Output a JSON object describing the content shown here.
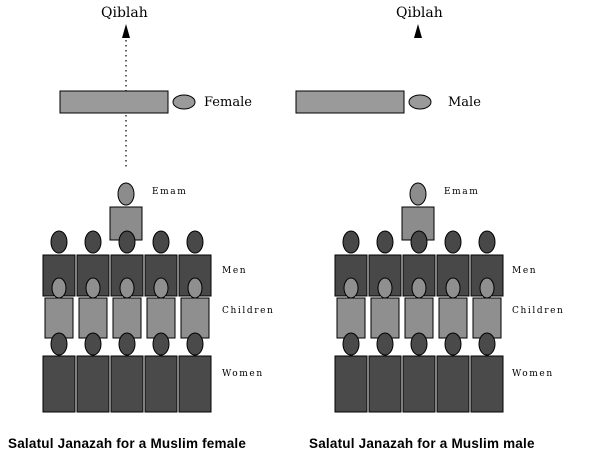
{
  "colors": {
    "bier": "#9a9a9a",
    "imam": "#8c8c8c",
    "men": "#484848",
    "children": "#8f8f8f",
    "women": "#4a4a4a",
    "outline": "#000000"
  },
  "panels": [
    {
      "qiblah_label": "Qiblah",
      "deceased_label": "Female",
      "imam_label": "Emam",
      "men_label": "Men",
      "children_label": "Children",
      "women_label": "Women",
      "caption": "Salatul Janazah for a Muslim female",
      "qiblah_line": "dotted",
      "head_side": "right"
    },
    {
      "qiblah_label": "Qiblah",
      "deceased_label": "Male",
      "imam_label": "Emam",
      "men_label": "Men",
      "children_label": "Children",
      "women_label": "Women",
      "caption": "Salatul Janazah for a Muslim male",
      "qiblah_line": "none",
      "head_side": "right"
    }
  ]
}
